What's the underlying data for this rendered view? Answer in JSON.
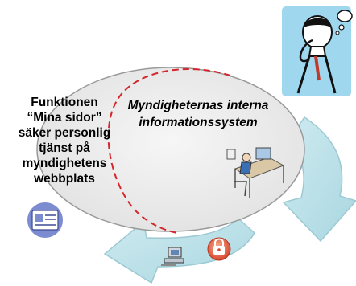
{
  "diagram": {
    "left_text_lines": [
      "Funktionen",
      "“Mina sidor”",
      "säker personlig",
      "tjänst på",
      "myndighetens",
      "webbplats"
    ],
    "inner_title_lines": [
      "Myndigheternas interna",
      "informationssystem"
    ]
  },
  "icons": {
    "person": "thinking-person-icon",
    "desk": "office-worker-desk-icon",
    "id_card": "id-card-icon",
    "computer": "computer-terminal-icon",
    "lock": "padlock-icon"
  },
  "colors": {
    "ellipse_fill": "#ebebeb",
    "ellipse_stroke": "#9a9a9a",
    "dashed_line": "#d4262c",
    "arrow_fill": "#bfe3ea",
    "arrow_stroke": "#9cc9d3",
    "person_bg": "#9fd7ee",
    "id_card_bg": "#7d8bd0",
    "lock": "#e0503c"
  }
}
